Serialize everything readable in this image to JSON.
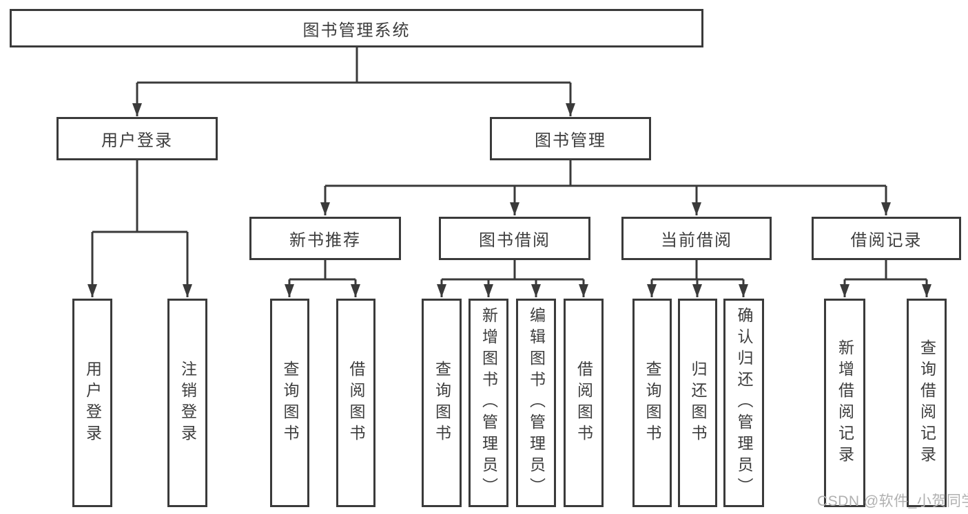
{
  "colors": {
    "line": "#3a3a3a",
    "text": "#3d3d3d",
    "bg": "#ffffff",
    "boxbg": "#ffffff",
    "watermark": "#b0b0b0"
  },
  "watermark": {
    "text": "CSDN @软件_小贺同学"
  },
  "tree": {
    "root": {
      "label": "图书管理系统"
    },
    "branches": [
      {
        "label": "用户登录",
        "leaves": [
          {
            "label": "用户登录"
          },
          {
            "label": "注销登录"
          }
        ]
      },
      {
        "label": "图书管理",
        "groups": [
          {
            "label": "新书推荐",
            "leaves": [
              {
                "label": "查询图书"
              },
              {
                "label": "借阅图书"
              }
            ]
          },
          {
            "label": "图书借阅",
            "leaves": [
              {
                "label": "查询图书"
              },
              {
                "label": "新增图书（管理员）"
              },
              {
                "label": "编辑图书（管理员）"
              },
              {
                "label": "借阅图书"
              }
            ]
          },
          {
            "label": "当前借阅",
            "leaves": [
              {
                "label": "查询图书"
              },
              {
                "label": "归还图书"
              },
              {
                "label": "确认归还（管理员）"
              }
            ]
          },
          {
            "label": "借阅记录",
            "leaves": [
              {
                "label": "新增借阅记录"
              },
              {
                "label": "查询借阅记录"
              }
            ]
          }
        ]
      }
    ]
  }
}
